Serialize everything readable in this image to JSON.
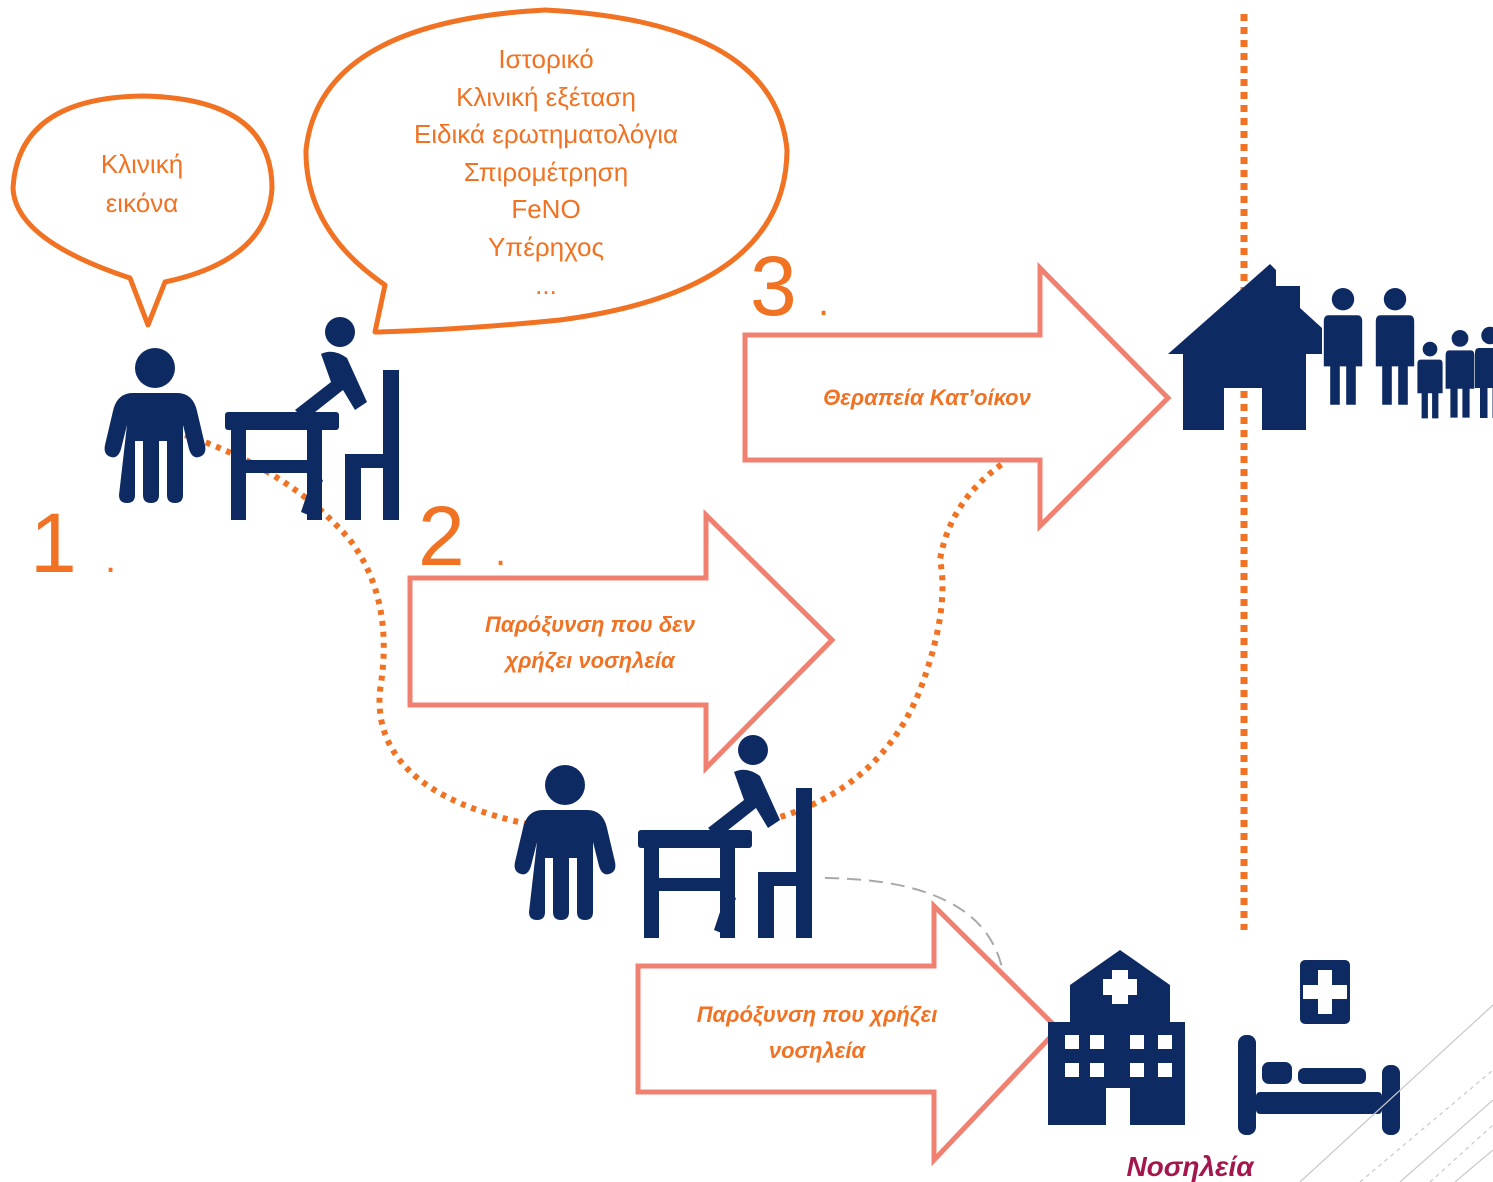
{
  "colors": {
    "accent_orange": "#F07222",
    "arrow_outline": "#F08070",
    "navy": "#0D2A63",
    "hospital_label": "#A3174E",
    "dashed_gray": "#A9A9A9"
  },
  "bubbles": {
    "small": {
      "lines": [
        "Κλινική",
        "εικόνα"
      ]
    },
    "large": {
      "lines": [
        "Ιστορικό",
        "Κλινική εξέταση",
        "Ειδικά ερωτηματολόγια",
        "Σπιρομέτρηση",
        "FeNO",
        "Υπέρηχος",
        "..."
      ]
    }
  },
  "steps": {
    "step1": {
      "number": "1",
      "dot": "."
    },
    "step2": {
      "number": "2",
      "dot": "."
    },
    "step3": {
      "number": "3",
      "dot": "."
    }
  },
  "arrows": {
    "home": {
      "lines": [
        "Θεραπεία Κατ’οίκον"
      ]
    },
    "outpatient": {
      "lines": [
        "Παρόξυνση που δεν",
        "χρήζει νοσηλεία"
      ]
    },
    "hospital": {
      "lines": [
        "Παρόξυνση που χρήζει",
        "νοσηλεία"
      ]
    }
  },
  "labels": {
    "hospitalization": "Νοσηλεία"
  },
  "icons": [
    "patient-icon",
    "doctor-at-desk-icon",
    "house-icon",
    "family-icon",
    "hospital-building-icon",
    "hospital-bed-icon"
  ]
}
